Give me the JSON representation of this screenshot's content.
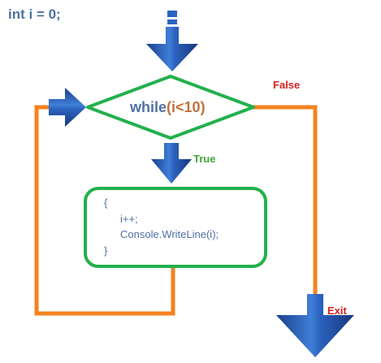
{
  "init": "int i = 0;",
  "condition": {
    "keyword": "while",
    "open": "(",
    "expr": "i<10",
    "close": ")"
  },
  "branches": {
    "false": "False",
    "true": "True",
    "exit": "Exit"
  },
  "body": {
    "open": "{",
    "line1": "i++;",
    "line2": "Console.WriteLine(i);",
    "close": "}"
  },
  "colors": {
    "arrow_blue": "#1b4fa8",
    "arrow_highlight": "#5a8fd8",
    "loop_line_orange": "#f5821f",
    "box_border_green": "#22b14c",
    "code_text_blue": "#4f71a3",
    "condition_accent": "#c0713d",
    "false_red": "#d81e1e",
    "true_green": "#45a53a"
  }
}
